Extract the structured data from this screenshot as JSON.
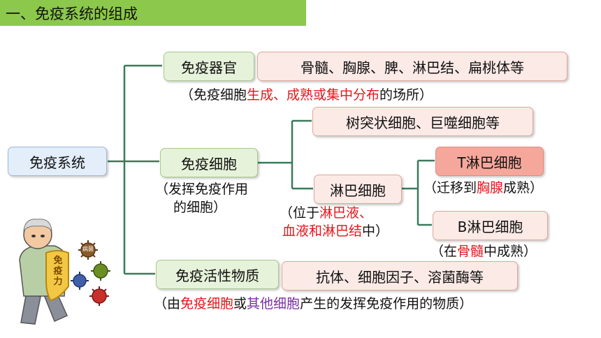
{
  "header": {
    "title": "一、免疫系统的组成"
  },
  "root": {
    "label": "免疫系统"
  },
  "organs": {
    "label": "免疫器官",
    "items": "骨髓、胸腺、脾、淋巴结、扁桃体等",
    "note": {
      "prefix": "（免疫细胞",
      "red": "生成、成熟或集中分布",
      "suffix": "的场所）"
    }
  },
  "cells": {
    "label": "免疫细胞",
    "note_line1": "（发挥免疫作用",
    "note_line2": "的细胞）",
    "dendritic": "树突状细胞、巨噬细胞等",
    "lymph": {
      "label": "淋巴细胞",
      "note": {
        "prefix": "（位于",
        "red_line1": "淋巴液、",
        "red_line2": "血液和淋巴结",
        "suffix": "中）"
      },
      "t_cell": {
        "label": "T淋巴细胞",
        "note_prefix": "（迁移到",
        "note_red": "胸腺",
        "note_suffix": "成熟）"
      },
      "b_cell": {
        "label": "B淋巴细胞",
        "note_prefix": "（在",
        "note_red": "骨髓",
        "note_suffix": "中成熟）"
      }
    }
  },
  "substances": {
    "label": "免疫活性物质",
    "items": "抗体、细胞因子、溶菌酶等",
    "note": {
      "prefix": "（由",
      "red": "免疫细胞",
      "mid": "或",
      "purple": "其他细胞",
      "suffix": "产生的发挥免疫作用的物质）"
    }
  },
  "illustration": {
    "shield_text": "免疫力",
    "germ_text": "病菌"
  },
  "colors": {
    "header": "#8cc84b",
    "connector": "#3a7a5a",
    "emphasis_red": "#e8141b",
    "emphasis_purple": "#7a2fa8"
  }
}
